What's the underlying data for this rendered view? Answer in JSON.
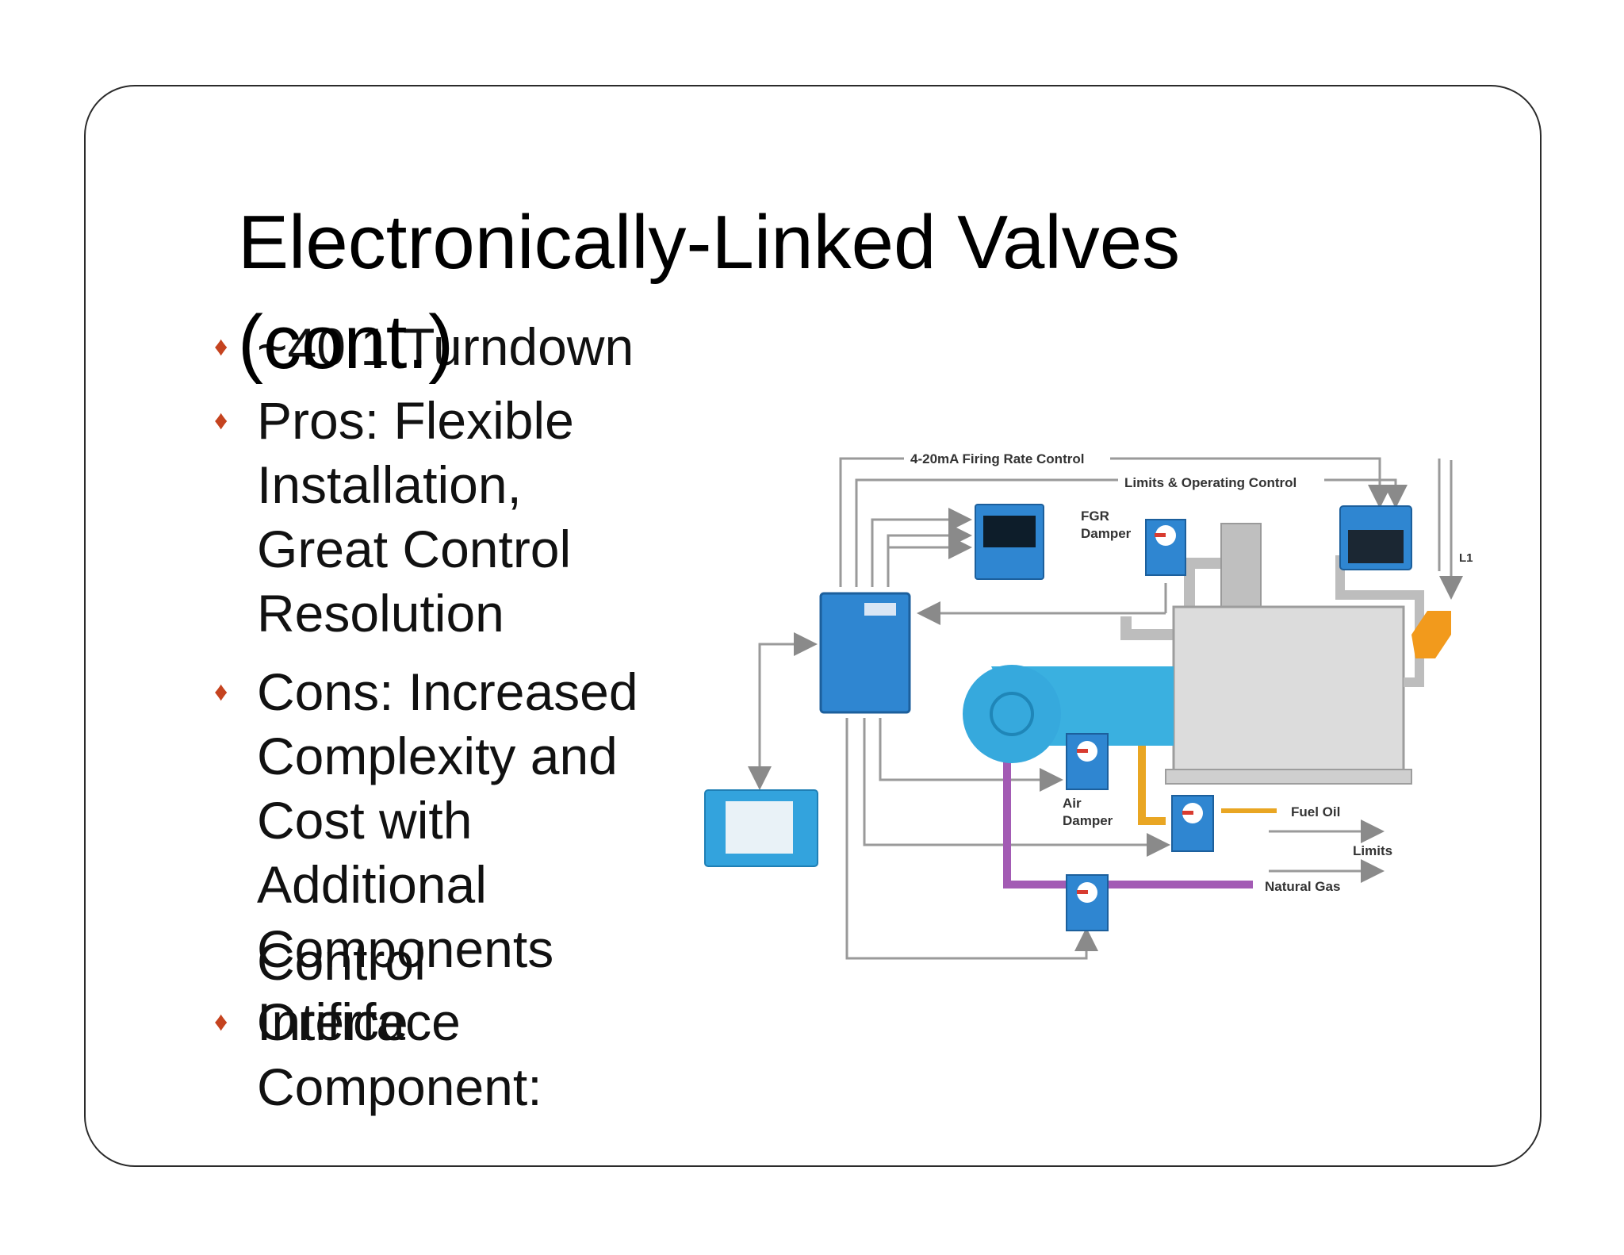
{
  "slide": {
    "title": "Electronically-Linked Valves (cont.)",
    "bullets": [
      {
        "text": "~40:1 Turndown"
      },
      {
        "text": "Pros: Flexible\nInstallation,\nGreat Control\nResolution"
      },
      {
        "text": "Cons: Increased\nComplexity and\nCost with\nAdditional\nComponents"
      },
      {
        "text": "Orifice"
      }
    ],
    "overlap_text": {
      "control": "Control",
      "interface": "Interface",
      "component": "Component:"
    },
    "colors": {
      "bullet": "#c5431f",
      "device_blue": "#2f86d1",
      "gas_purple": "#a35bb4",
      "oil_yellow": "#e9a623",
      "burner_orange": "#f29a1c"
    }
  },
  "diagram": {
    "labels": {
      "firing_rate": "4-20mA Firing Rate Control",
      "limits_operating": "Limits & Operating Control",
      "fgr_damper_1": "FGR",
      "fgr_damper_2": "Damper",
      "air_damper_1": "Air",
      "air_damper_2": "Damper",
      "fuel_oil": "Fuel Oil",
      "natural_gas": "Natural Gas",
      "limits": "Limits",
      "l1": "L1"
    },
    "icons": [
      "controller-icon",
      "display-module-icon",
      "touch-interface-icon",
      "flame-safeguard-icon",
      "actuator-icon",
      "blower-icon",
      "boiler-icon",
      "burner-icon"
    ]
  }
}
